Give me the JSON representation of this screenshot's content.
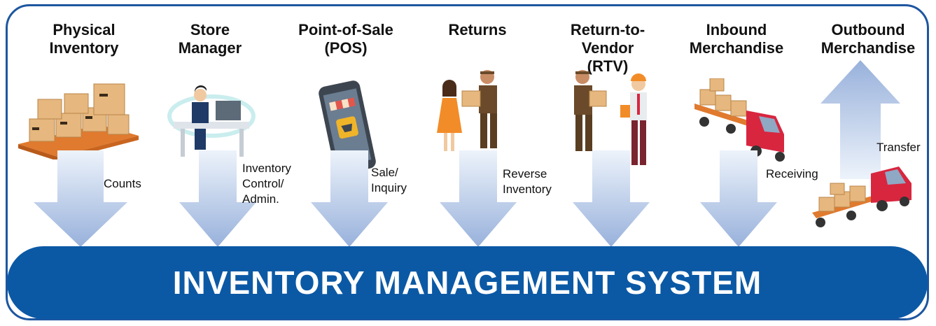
{
  "columns": [
    {
      "title_lines": [
        "Physical",
        "Inventory"
      ],
      "label_lines": [
        "Counts"
      ],
      "arrow": "down",
      "illustration": "pallet-boxes"
    },
    {
      "title_lines": [
        "Store",
        "Manager"
      ],
      "label_lines": [
        "Inventory",
        "Control/",
        "Admin."
      ],
      "arrow": "down",
      "illustration": "manager-at-desk"
    },
    {
      "title_lines": [
        "Point-of-Sale",
        "(POS)"
      ],
      "label_lines": [
        "Sale/",
        "Inquiry"
      ],
      "arrow": "down",
      "illustration": "mobile-store"
    },
    {
      "title_lines": [
        "Returns"
      ],
      "label_lines": [
        "Reverse",
        "Inventory"
      ],
      "arrow": "down",
      "illustration": "customer-return"
    },
    {
      "title_lines": [
        "Return-to-Vendor",
        "(RTV)"
      ],
      "label_lines": [],
      "arrow": "down",
      "illustration": "vendor-handoff"
    },
    {
      "title_lines": [
        "Inbound",
        "Merchandise"
      ],
      "label_lines": [
        "Receiving"
      ],
      "arrow": "down",
      "illustration": "inbound-truck"
    },
    {
      "title_lines": [
        "Outbound",
        "Merchandise"
      ],
      "label_lines": [
        "Transfer"
      ],
      "arrow": "up",
      "illustration": "outbound-truck"
    }
  ],
  "system_bar": {
    "label": "INVENTORY MANAGEMENT SYSTEM"
  },
  "colors": {
    "frame": "#1d56a0",
    "bar": "#0b59a5",
    "arrow_light": "#e9f0fa",
    "arrow_dark": "#9cb4dc",
    "box": "#e6b77e",
    "pallet": "#e07a2e",
    "truck": "#d8263f"
  }
}
